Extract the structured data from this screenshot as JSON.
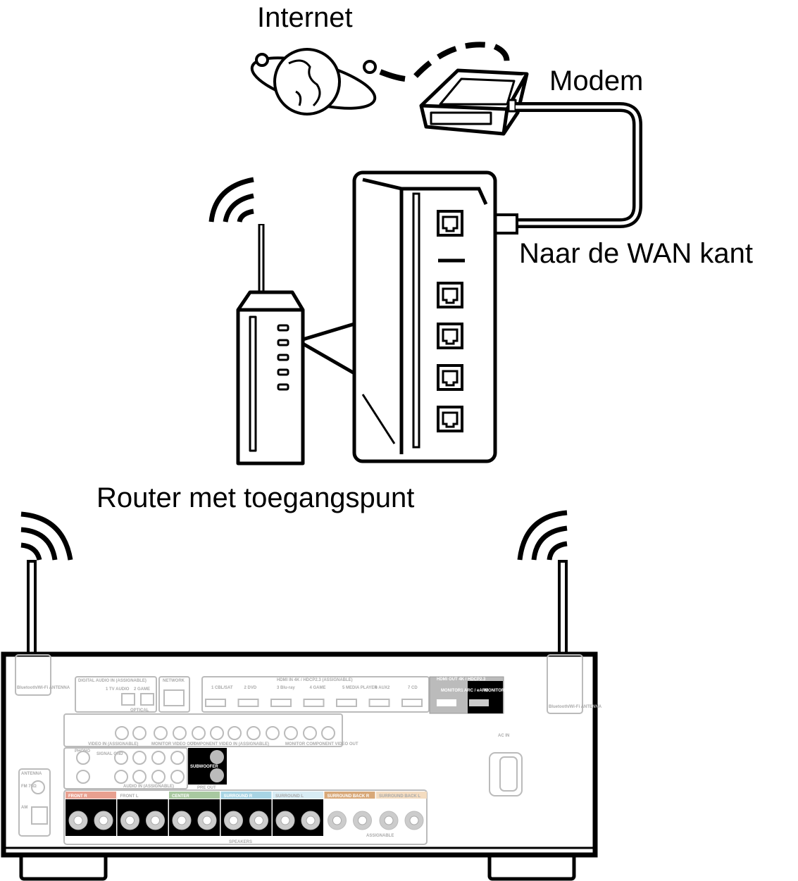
{
  "labels": {
    "internet": "Internet",
    "modem": "Modem",
    "wan_side": "Naar de WAN kant",
    "router": "Router met toegangspunt"
  },
  "receiver": {
    "antenna_label": "Bluetooth/Wi-Fi ANTENNA",
    "digital_audio": "DIGITAL AUDIO IN (ASSIGNABLE)",
    "optical": "OPTICAL",
    "optical_inputs": [
      "1 TV AUDIO",
      "2 GAME"
    ],
    "network": "NETWORK",
    "hdmi_in": "HDMI IN 4K / HDCP2.3 (ASSIGNABLE)",
    "hdmi_inputs": [
      "1 CBL/SAT",
      "2 DVD",
      "3 Blu-ray",
      "4 GAME",
      "5 MEDIA PLAYER",
      "6 AUX2",
      "7 CD"
    ],
    "hdmi_out": "HDMI OUT 4K / HDCP2.3",
    "hdmi_outputs": [
      "MONITOR1 ARC / eARC",
      "MONITOR2"
    ],
    "video_in": "VIDEO IN (ASSIGNABLE)",
    "video_out": "MONITOR VIDEO OUT",
    "component_in": "COMPONENT VIDEO IN (ASSIGNABLE)",
    "component_out": "MONITOR COMPONENT VIDEO OUT",
    "audio_in": "AUDIO IN (ASSIGNABLE)",
    "phono": "PHONO",
    "signal_gnd": "SIGNAL GND",
    "pre_out": "PRE OUT",
    "subwoofer": "SUBWOOFER",
    "antenna": "ANTENNA",
    "fm": "FM 75Ω",
    "am": "AM",
    "ac_in": "AC IN",
    "speakers": "SPEAKERS",
    "assignable": "ASSIGNABLE",
    "speaker_groups": [
      {
        "name": "FRONT R",
        "color": "#e8a090"
      },
      {
        "name": "FRONT L",
        "color": "#ffffff"
      },
      {
        "name": "CENTER",
        "color": "#a8c8a0"
      },
      {
        "name": "SURROUND R",
        "color": "#a8d4e4"
      },
      {
        "name": "SURROUND L",
        "color": "#d8ecf4"
      },
      {
        "name": "SURROUND BACK R",
        "color": "#d8a878"
      },
      {
        "name": "SURROUND BACK L",
        "color": "#f4dcc0"
      }
    ]
  }
}
